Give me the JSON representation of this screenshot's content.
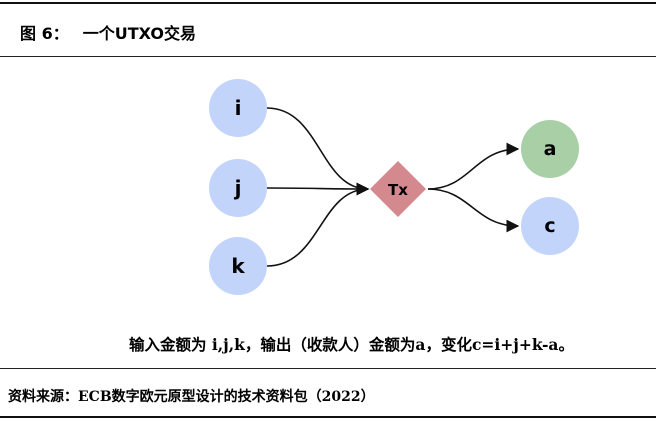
{
  "figure": {
    "number_label": "图 6：",
    "title": "一个UTXO交易"
  },
  "diagram": {
    "inputs": [
      {
        "label": "i",
        "color": "#c3d4fb"
      },
      {
        "label": "j",
        "color": "#c3d4fb"
      },
      {
        "label": "k",
        "color": "#c3d4fb"
      }
    ],
    "transaction": {
      "label": "Tx",
      "color": "#d4898f"
    },
    "outputs": [
      {
        "label": "a",
        "color": "#a8cfa6"
      },
      {
        "label": "c",
        "color": "#c3d4fb"
      }
    ]
  },
  "caption": "输入金额为 i,j,k，输出（收款人）金额为a，变化c=i+j+k-a。",
  "source": "资料来源：ECB数字欧元原型设计的技术资料包（2022）"
}
